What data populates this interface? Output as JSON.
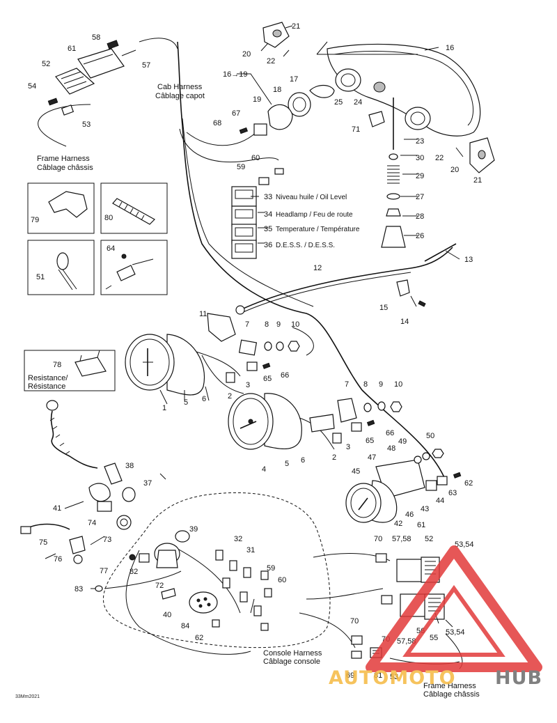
{
  "diagram_code": "33Mm2021",
  "callouts": {
    "c1": "1",
    "c2a": "2",
    "c2b": "2",
    "c3a": "3",
    "c3b": "3",
    "c4": "4",
    "c5a": "5",
    "c5b": "5",
    "c6a": "6",
    "c6b": "6",
    "c7a": "7",
    "c7b": "7",
    "c8a": "8",
    "c8b": "8",
    "c9a": "9",
    "c9b": "9",
    "c10a": "10",
    "c10b": "10",
    "c11": "11",
    "c12": "12",
    "c13": "13",
    "c14": "14",
    "c15": "15",
    "c16": "16",
    "c16to19": "16→19",
    "c17": "17",
    "c18": "18",
    "c19": "19",
    "c20a": "20",
    "c20b": "20",
    "c21a": "21",
    "c21b": "21",
    "c22a": "22",
    "c22b": "22",
    "c23": "23",
    "c24": "24",
    "c25": "25",
    "c26": "26",
    "c27": "27",
    "c28": "28",
    "c29": "29",
    "c30": "30",
    "c31": "31",
    "c32": "32",
    "c33": "33",
    "c34": "34",
    "c35": "35",
    "c36": "36",
    "c37": "37",
    "c38": "38",
    "c39": "39",
    "c40": "40",
    "c41": "41",
    "c42": "42",
    "c43": "43",
    "c44": "44",
    "c45": "45",
    "c46": "46",
    "c47": "47",
    "c48": "48",
    "c49": "49",
    "c50": "50",
    "c51": "51",
    "c52a": "52",
    "c52b": "52",
    "c5354a": "53,54",
    "c5354b": "53,54",
    "c53a": "53",
    "c53b": "53",
    "c54": "54",
    "c55": "55",
    "c56": "56",
    "c5758a": "57,58",
    "c5758b": "57,58",
    "c57": "57",
    "c58": "58",
    "c59a": "59",
    "c59b": "59",
    "c60a": "60",
    "c60b": "60",
    "c61a": "61",
    "c61b": "61",
    "c62a": "62",
    "c62b": "62",
    "c63": "63",
    "c64": "64",
    "c65a": "65",
    "c65b": "65",
    "c66a": "66",
    "c66b": "66",
    "c67": "67",
    "c68": "68",
    "c69": "69",
    "c70a": "70",
    "c70b": "70",
    "c70c": "70",
    "c71": "71",
    "c72": "72",
    "c73": "73",
    "c74": "74",
    "c75": "75",
    "c76": "76",
    "c77": "77",
    "c78": "78",
    "c79": "79",
    "c80": "80",
    "c81": "81",
    "c82": "82",
    "c83": "83",
    "c84": "84"
  },
  "indicators": {
    "oil": "Niveau huile / Oil Level",
    "headlamp": "Headlamp / Feu de route",
    "temperature": "Temperature / Température",
    "dess": "D.E.S.S. / D.E.S.S."
  },
  "harness_labels": {
    "cab_en": "Cab Harness",
    "cab_fr": "Câblage capot",
    "frame1_en": "Frame Harness",
    "frame1_fr": "Câblage châssis",
    "resistance_en": "Resistance/",
    "resistance_fr": "Résistance",
    "console_en": "Console Harness",
    "console_fr": "Câblage console",
    "frame2_en": "Frame Harness",
    "frame2_fr": "Câblage châssis"
  },
  "watermark": {
    "text_a": "AUTOMOTO",
    "text_b": "HUB",
    "color_a": "#f5b941",
    "color_b": "#6a6a6a",
    "logo_color": "#e23a3a"
  }
}
